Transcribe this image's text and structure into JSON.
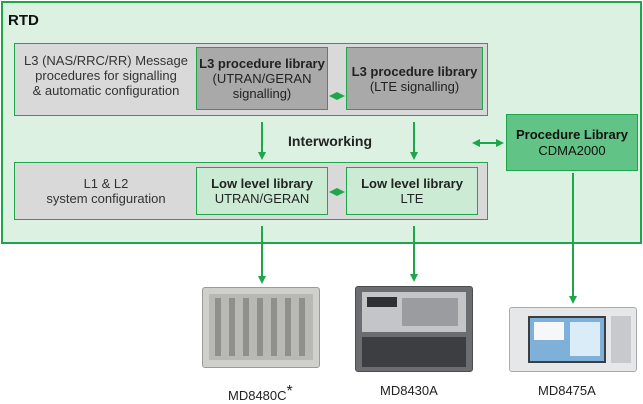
{
  "rtd": {
    "title": "RTD",
    "l3_panel_line1": "L3 (NAS/RRC/RR) Message",
    "l3_panel_line2": "procedures for signalling",
    "l3_panel_line3": "& automatic configuration",
    "l3_utran_title": "L3 procedure library",
    "l3_utran_line2": "(UTRAN/GERAN",
    "l3_utran_line3": "signalling)",
    "l3_lte_title": "L3 procedure library",
    "l3_lte_line2": "(LTE signalling)",
    "interworking": "Interworking",
    "l1_panel_line1": "L1 & L2",
    "l1_panel_line2": "system configuration",
    "low_utran_title": "Low level library",
    "low_utran_sub": "UTRAN/GERAN",
    "low_lte_title": "Low level library",
    "low_lte_sub": "LTE"
  },
  "procedure_library": {
    "title": "Procedure Library",
    "sub": "CDMA2000"
  },
  "devices": [
    {
      "caption": "MD8480C",
      "mark": "*"
    },
    {
      "caption": "MD8430A",
      "mark": ""
    },
    {
      "caption": "MD8475A",
      "mark": ""
    }
  ],
  "colors": {
    "accent_green": "#1ea64a",
    "rtd_fill": "#dcf1e2",
    "procedure_fill": "#62c386"
  }
}
